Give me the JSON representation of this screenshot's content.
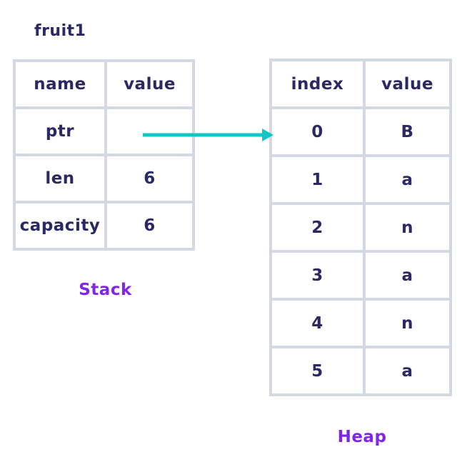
{
  "colors": {
    "text_navy": "#2b2963",
    "label_purple": "#8125e8",
    "table_border": "#d3d8e2",
    "arrow_cyan": "#0fc8c6",
    "background": "#ffffff"
  },
  "stack": {
    "title": "fruit1",
    "caption": "Stack",
    "headers": [
      "name",
      "value"
    ],
    "rows": [
      {
        "name": "ptr",
        "value": ""
      },
      {
        "name": "len",
        "value": "6"
      },
      {
        "name": "capacity",
        "value": "6"
      }
    ]
  },
  "heap": {
    "caption": "Heap",
    "headers": [
      "index",
      "value"
    ],
    "rows": [
      {
        "index": "0",
        "value": "B"
      },
      {
        "index": "1",
        "value": "a"
      },
      {
        "index": "2",
        "value": "n"
      },
      {
        "index": "3",
        "value": "a"
      },
      {
        "index": "4",
        "value": "n"
      },
      {
        "index": "5",
        "value": "a"
      }
    ]
  }
}
